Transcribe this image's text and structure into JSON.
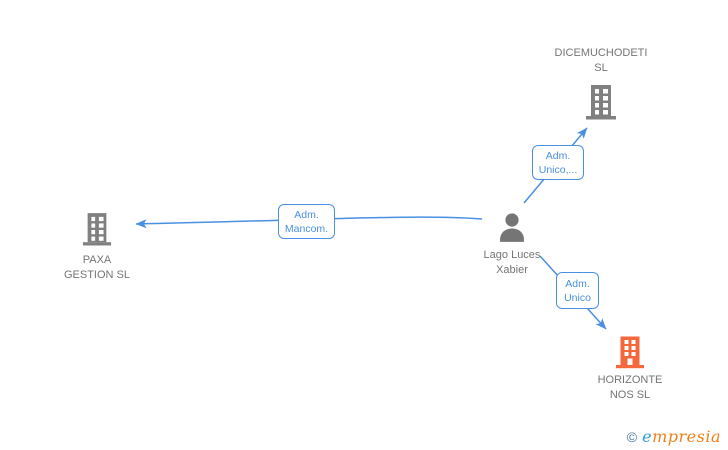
{
  "diagram": {
    "person": {
      "name_line1": "Lago Luces",
      "name_line2": "Xabier"
    },
    "company_top": {
      "name_line1": "DICEMUCHODETI",
      "name_line2": "SL"
    },
    "company_left": {
      "name_line1": "PAXA",
      "name_line2": "GESTION SL"
    },
    "company_bottom": {
      "name_line1": "HORIZONTE",
      "name_line2": "NOS SL"
    },
    "edge_top": {
      "line1": "Adm.",
      "line2": "Unico,..."
    },
    "edge_left": {
      "line1": "Adm.",
      "line2": "Mancom."
    },
    "edge_bottom": {
      "line1": "Adm.",
      "line2": "Unico"
    }
  },
  "footer": {
    "copyright_symbol": "©",
    "brand_initial": "e",
    "brand_rest": "mpresia"
  },
  "colors": {
    "edge_blue": "#4a90e2",
    "building_gray": "#808080",
    "building_orange": "#f4683c",
    "person_gray": "#757575",
    "label_gray": "#757575",
    "brand_blue": "#2da0d8",
    "brand_orange": "#ee7f16",
    "copyright_teal": "#44799b"
  }
}
